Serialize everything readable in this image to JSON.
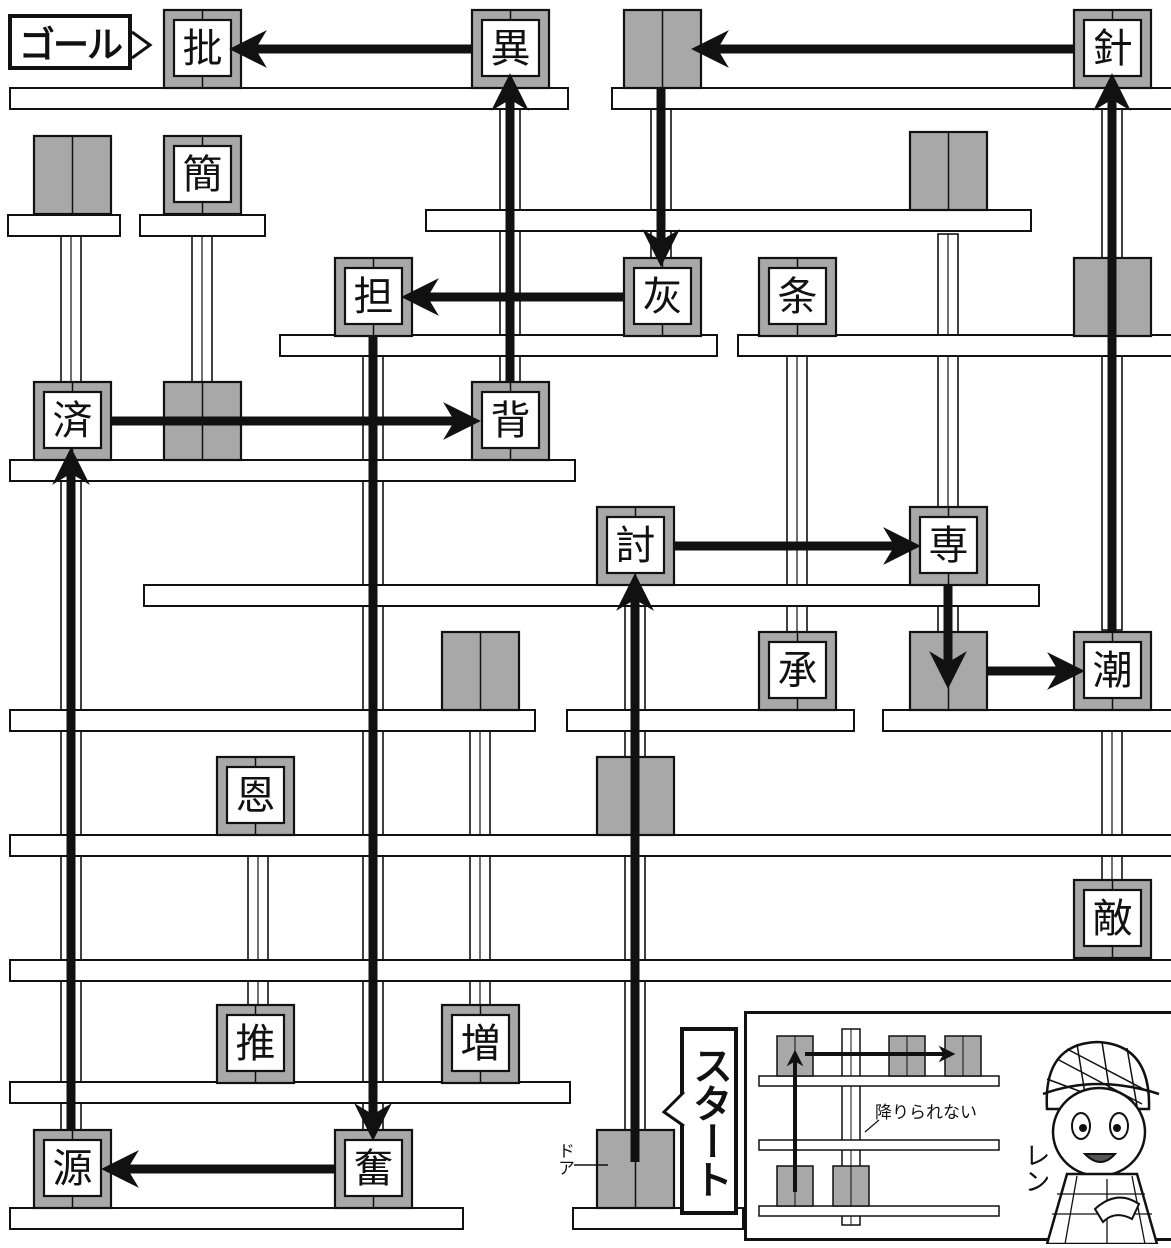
{
  "goal_label": "ゴール",
  "start_label": "スタート",
  "door_label": "ドア",
  "legend": {
    "note": "降りられない",
    "character_name": "レン"
  },
  "elevators": [
    {
      "id": "goal-box",
      "kanji": "批"
    },
    {
      "id": "e-i",
      "kanji": "異"
    },
    {
      "id": "e-top-mid",
      "kanji": ""
    },
    {
      "id": "e-hari",
      "kanji": "針"
    },
    {
      "id": "e-l1",
      "kanji": ""
    },
    {
      "id": "e-kan",
      "kanji": "簡"
    },
    {
      "id": "e-r2",
      "kanji": ""
    },
    {
      "id": "e-tan",
      "kanji": "担"
    },
    {
      "id": "e-hai",
      "kanji": "灰"
    },
    {
      "id": "e-jou",
      "kanji": "条"
    },
    {
      "id": "e-r3",
      "kanji": ""
    },
    {
      "id": "e-sai",
      "kanji": "済"
    },
    {
      "id": "e-mid4",
      "kanji": ""
    },
    {
      "id": "e-hai2",
      "kanji": "背"
    },
    {
      "id": "e-tou",
      "kanji": "討"
    },
    {
      "id": "e-sen",
      "kanji": "専"
    },
    {
      "id": "e-m6",
      "kanji": ""
    },
    {
      "id": "e-shou",
      "kanji": "承"
    },
    {
      "id": "e-r6",
      "kanji": ""
    },
    {
      "id": "e-chou",
      "kanji": "潮"
    },
    {
      "id": "e-on",
      "kanji": "恩"
    },
    {
      "id": "e-m7",
      "kanji": ""
    },
    {
      "id": "e-teki",
      "kanji": "敵"
    },
    {
      "id": "e-sui",
      "kanji": "推"
    },
    {
      "id": "e-zou",
      "kanji": "増"
    },
    {
      "id": "e-gen",
      "kanji": "源"
    },
    {
      "id": "e-fun",
      "kanji": "奮"
    },
    {
      "id": "e-start",
      "kanji": ""
    }
  ]
}
